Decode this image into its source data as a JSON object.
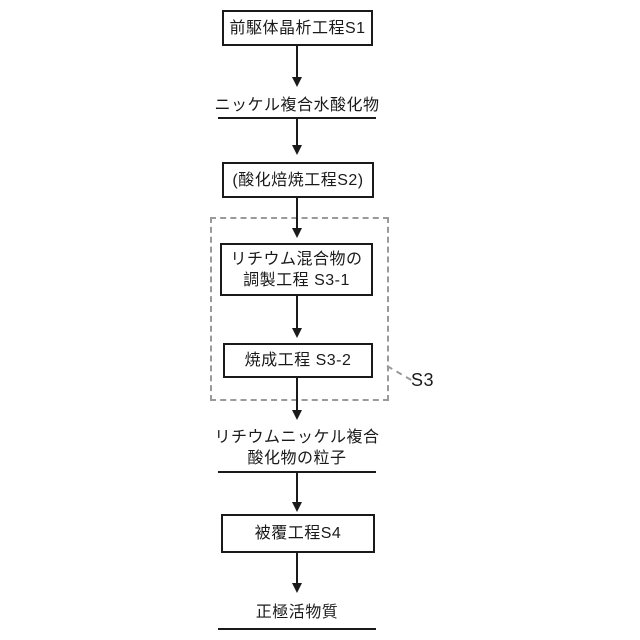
{
  "flowchart": {
    "boxes": [
      {
        "label": "前駆体晶析工程S1"
      },
      {
        "label": "(酸化焙焼工程S2)"
      },
      {
        "lines": [
          "リチウム混合物の",
          "調製工程 S3-1"
        ]
      },
      {
        "label": "焼成工程 S3-2"
      },
      {
        "label": "被覆工程S4"
      }
    ],
    "materials": [
      {
        "lines": [
          "ニッケル複合水酸化物"
        ]
      },
      {
        "lines": [
          "リチウムニッケル複合",
          "酸化物の粒子"
        ]
      },
      {
        "lines": [
          "正極活物質"
        ]
      }
    ],
    "group_label": "S3",
    "colors": {
      "ink": "#1a1a1a",
      "dashed_gray": "#9a9a9a",
      "background": "#ffffff"
    }
  }
}
